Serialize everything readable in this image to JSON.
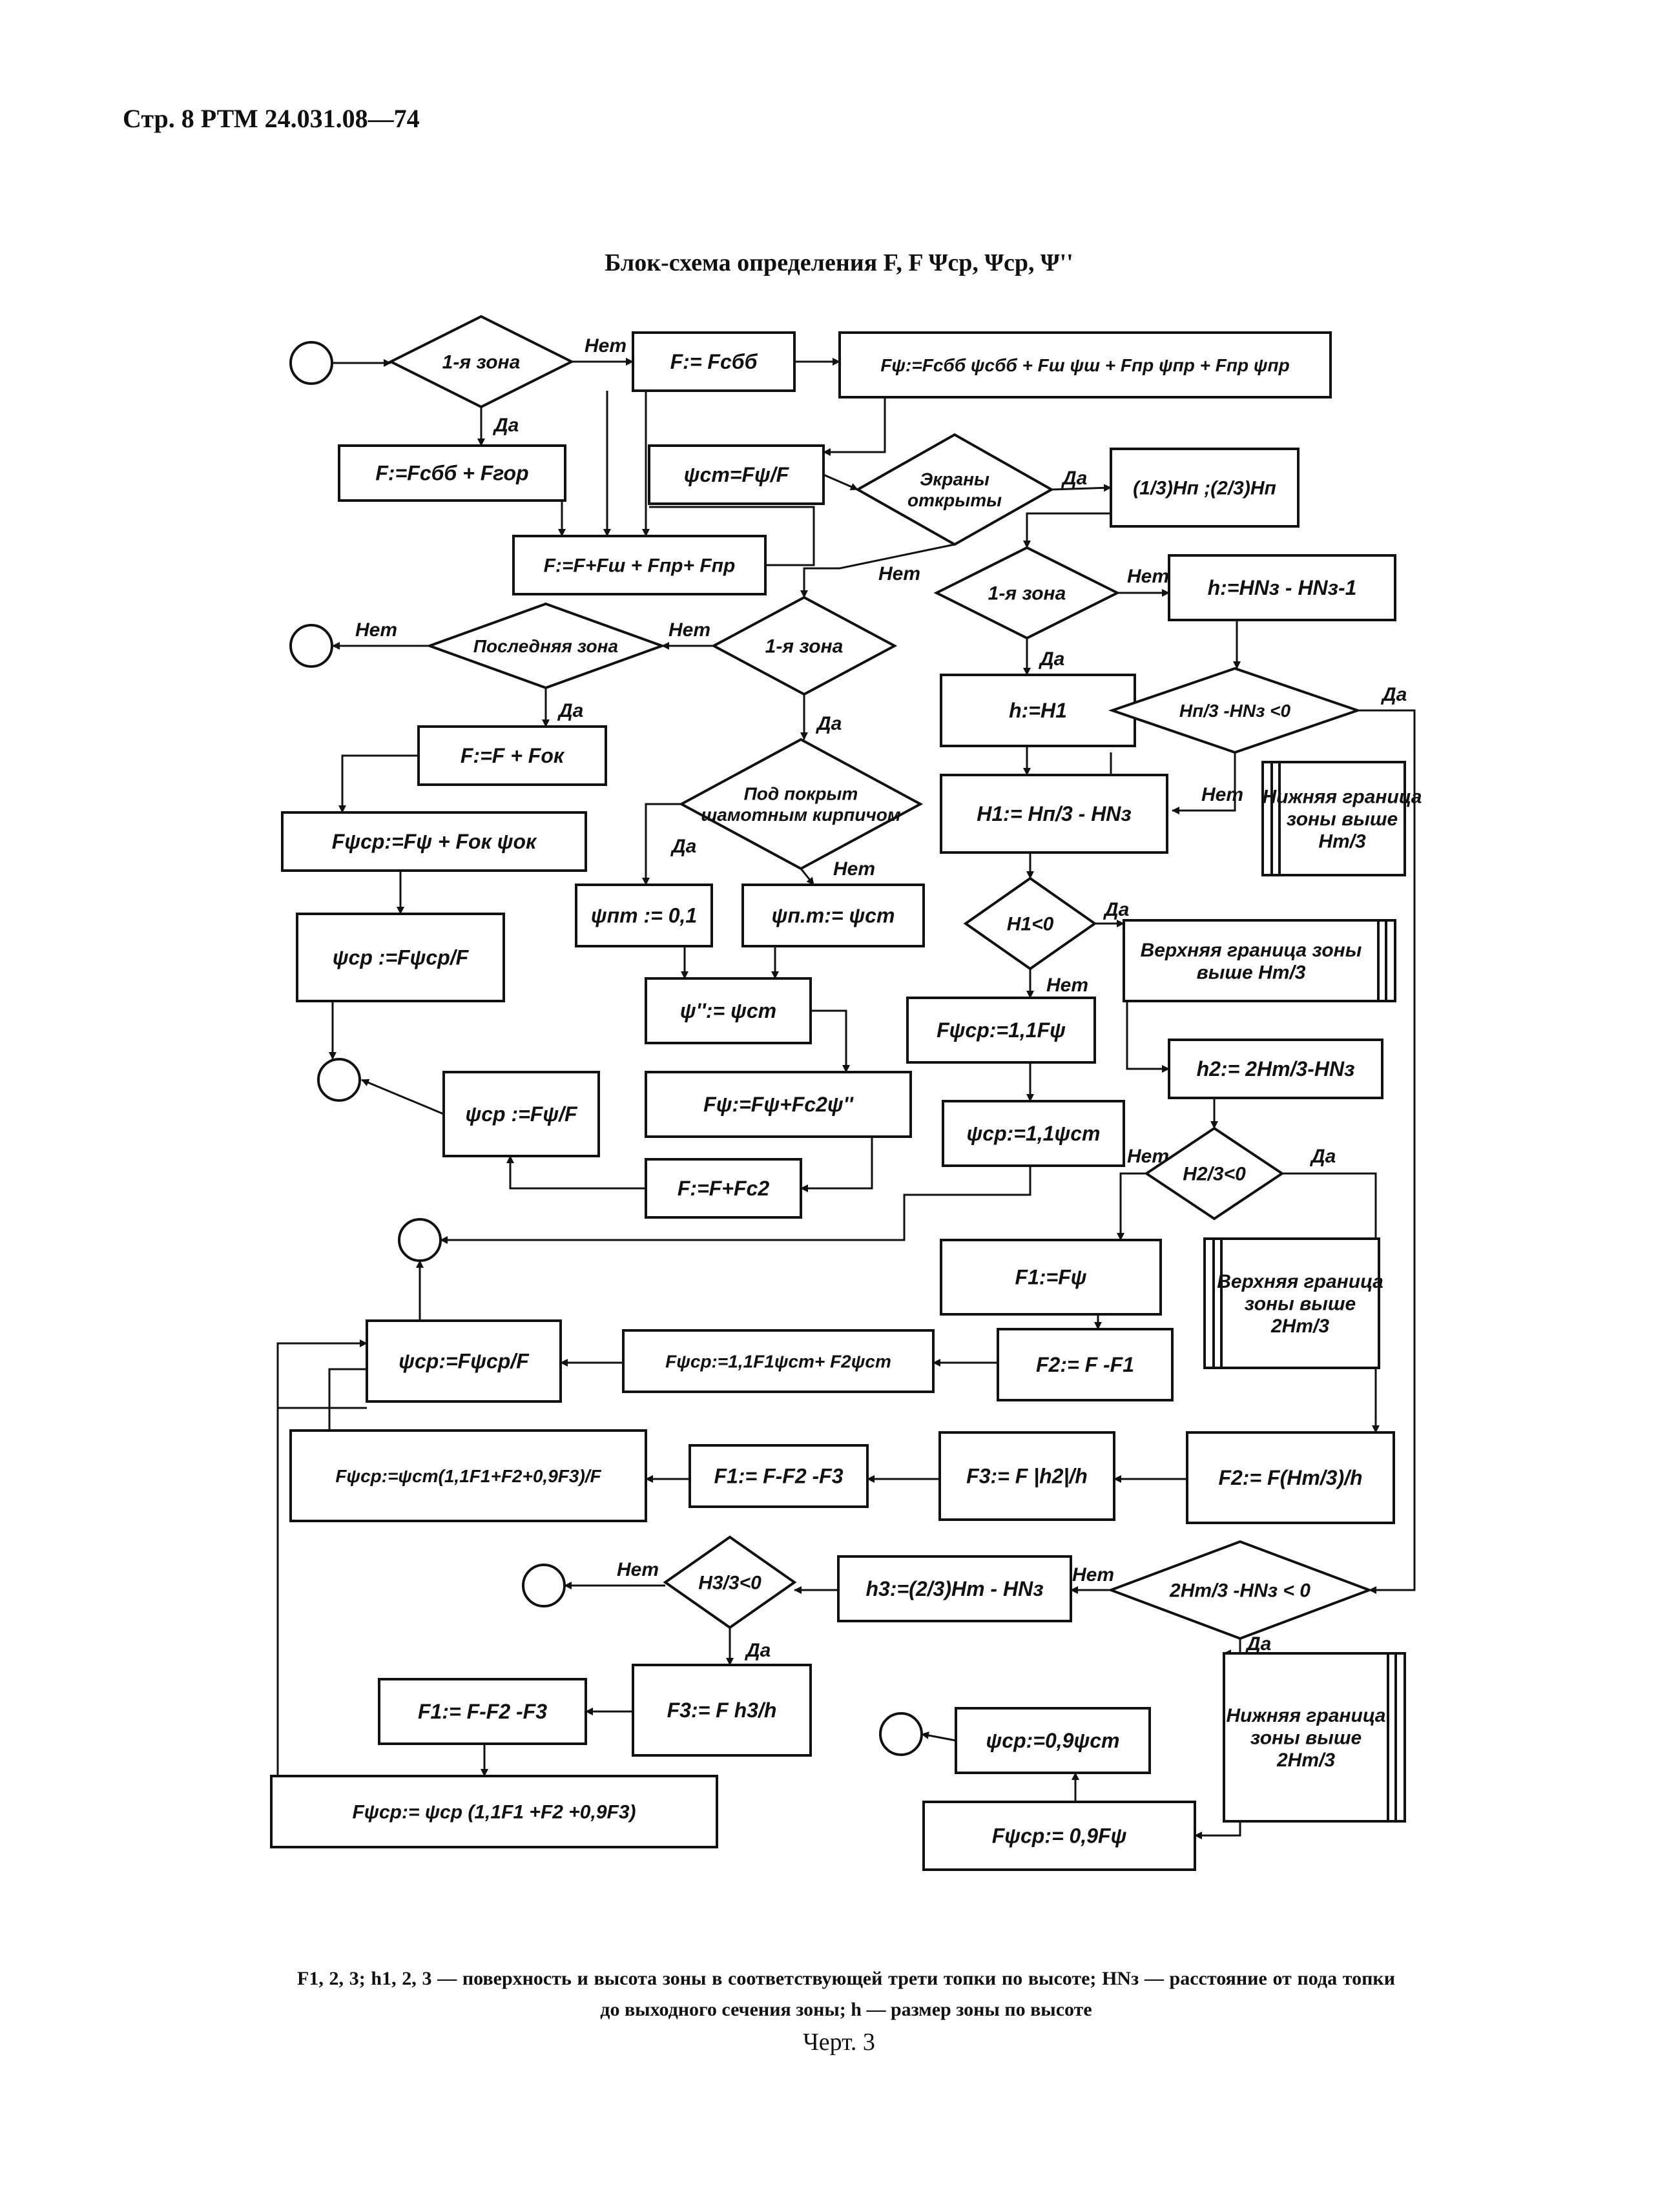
{
  "header": "Стр. 8   РТМ 24.031.08—74",
  "title": "Блок-схема определения F, F Ψср, Ψср, Ψ''",
  "caption": "F1, 2, 3; h1, 2, 3 — поверхность и высота зоны в соответствующей трети топки по высоте; HNз — расстояние от пода топки до выходного сечения зоны; h — размер зоны по высоте",
  "figure": "Черт. 3",
  "labels": {
    "yes": "Да",
    "no": "Нет"
  },
  "nodes": {
    "d_zone1_a": "1-я зона",
    "p_f_base": "F:= Fсбб",
    "p_fpsi_sum": "Fψ:=Fсбб ψсбб + Fш ψш + Fпр ψпр + Fпр ψпр",
    "p_f_gor": "F:=Fсбб + Fгор",
    "p_f_total": "F:=F+Fш + Fпр+ Fпр",
    "p_psi_cm": "ψст=Fψ/F",
    "d_screens": "Экраны открыты",
    "p_thirds": "(1/3)Hп ;(2/3)Hп",
    "d_zone1_b": "1-я зона",
    "p_h_diff": "h:=HNз - HNз-1",
    "d_last_zone": "Последняя зона",
    "d_zone1_c": "1-я зона",
    "p_h_h1": "h:=H1",
    "d_hp_neg": "Hп/3 -HNз <0",
    "p_f_ok": "F:=F + Fок",
    "d_pod": "Под покрыт шамотным кирпичом",
    "p_h1_calc": "H1:= Hп/3 - HNз",
    "n_lower_ht3": "Нижняя граница зоны выше Hт/3",
    "p_fpsicp_ok": "Fψср:=Fψ + Fок ψок",
    "p_psi_pm01": "ψпт := 0,1",
    "p_psi_pm_cm": "ψп.т:= ψст",
    "d_h1_neg": "H1<0",
    "n_upper_ht3": "Верхняя граница зоны выше Hт/3",
    "p_psicp_div": "ψср :=Fψср/F",
    "p_psi2_cm": "ψ'':= ψст",
    "p_fpsicp_11": "Fψср:=1,1Fψ",
    "p_h2_calc": "h2:= 2Hт/3-HNз",
    "p_psicp_a": "ψср :=Fψ/F",
    "p_fpsi_c2": "Fψ:=Fψ+Fс2ψ''",
    "p_psicp_11": "ψср:=1,1ψст",
    "d_h23_neg": "H2/3<0",
    "p_f_c2": "F:=F+Fс2",
    "p_f1_fpsi": "F1:=Fψ",
    "n_upper_2ht3": "Верхняя граница зоны выше 2Hт/3",
    "p_psicp_b": "ψср:=Fψср/F",
    "p_fpsicp_mix": "Fψср:=1,1F1ψст+ F2ψст",
    "p_f2_diff": "F2:= F -F1",
    "p_fpsicp_three": "Fψср:=ψст(1,1F1+F2+0,9F3)/F",
    "p_f1_three": "F1:= F-F2 -F3",
    "p_f3_ratio": "F3:= F |h2|/h",
    "p_f2_ht": "F2:= F(Hт/3)/h",
    "d_h33_neg": "H3/3<0",
    "p_h3_calc": "h3:=(2/3)Hт - HNз",
    "d_2ht_neg": "2Hт/3 -HNз < 0",
    "p_f1_three_b": "F1:= F-F2 -F3",
    "p_f3_h3": "F3:= F h3/h",
    "n_lower_2ht3": "Нижняя граница зоны выше 2Hт/3",
    "p_psicp_09": "ψср:=0,9ψст",
    "p_fpsicp_final": "Fψср:= ψср (1,1F1 +F2 +0,9F3)",
    "p_fpsicp_09": "Fψср:= 0,9Fψ"
  }
}
